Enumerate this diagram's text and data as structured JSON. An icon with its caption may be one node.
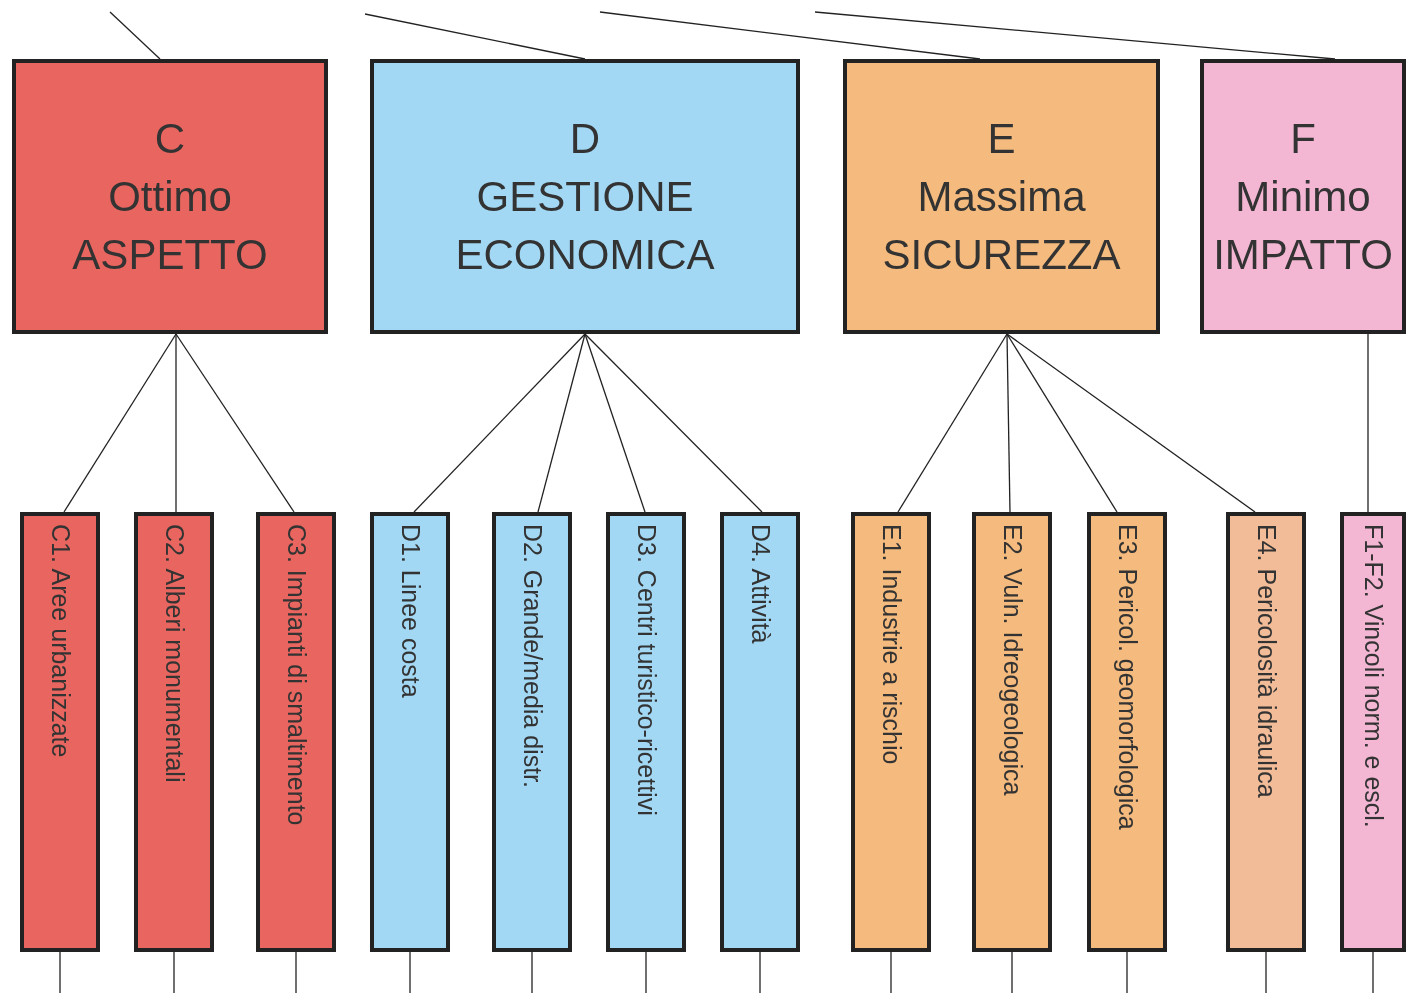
{
  "diagram": {
    "nodes": [
      {
        "text": [
          "C",
          "Ottimo ASPETTO"
        ]
      },
      {
        "text": [
          "D",
          "GESTIONE ECONOMICA"
        ]
      },
      {
        "text": [
          "E",
          "Massima SICUREZZA"
        ]
      },
      {
        "text": [
          "F",
          "Minimo IMPATTO"
        ]
      },
      {
        "text": [
          "C1. Aree urbanizzate"
        ]
      },
      {
        "text": [
          "C2. Alberi monumentali"
        ]
      },
      {
        "text": [
          "C3. Impianti di smaltimento"
        ]
      },
      {
        "text": [
          "D1. Linee costa"
        ]
      },
      {
        "text": [
          "D2. Grande/media distr."
        ]
      },
      {
        "text": [
          "D3. Centri turistico-ricettivi"
        ]
      },
      {
        "text": [
          "D4. Attività"
        ]
      },
      {
        "text": [
          "E1. Industrie a rischio"
        ]
      },
      {
        "text": [
          "E2. Vuln. Idreogeologica"
        ]
      },
      {
        "text": [
          "E3. Pericol. geomorfologica"
        ]
      },
      {
        "text": [
          "E4. Pericolosità idraulica"
        ]
      },
      {
        "text": [
          "F1-F2. Vincoli norm. e escl."
        ]
      }
    ],
    "edges": [
      {
        "from": null,
        "to": 0,
        "arrow": "none"
      },
      {
        "from": null,
        "to": 1,
        "arrow": "none"
      },
      {
        "from": null,
        "to": 2,
        "arrow": "none"
      },
      {
        "from": null,
        "to": 3,
        "arrow": "none"
      },
      {
        "from": 0,
        "to": 4,
        "arrow": "none"
      },
      {
        "from": 0,
        "to": 5,
        "arrow": "none"
      },
      {
        "from": 0,
        "to": 6,
        "arrow": "none"
      },
      {
        "from": 1,
        "to": 7,
        "arrow": "none"
      },
      {
        "from": 1,
        "to": 8,
        "arrow": "none"
      },
      {
        "from": 1,
        "to": 9,
        "arrow": "none"
      },
      {
        "from": 1,
        "to": 10,
        "arrow": "none"
      },
      {
        "from": 2,
        "to": 11,
        "arrow": "none"
      },
      {
        "from": 2,
        "to": 12,
        "arrow": "none"
      },
      {
        "from": 2,
        "to": 13,
        "arrow": "none"
      },
      {
        "from": 2,
        "to": 14,
        "arrow": "none"
      },
      {
        "from": 3,
        "to": 15,
        "arrow": "none"
      },
      {
        "from": 4,
        "to": null,
        "arrow": "none"
      },
      {
        "from": 5,
        "to": null,
        "arrow": "none"
      },
      {
        "from": 6,
        "to": null,
        "arrow": "none"
      },
      {
        "from": 7,
        "to": null,
        "arrow": "none"
      },
      {
        "from": 8,
        "to": null,
        "arrow": "none"
      },
      {
        "from": 9,
        "to": null,
        "arrow": "none"
      },
      {
        "from": 10,
        "to": null,
        "arrow": "none"
      },
      {
        "from": 11,
        "to": null,
        "arrow": "none"
      },
      {
        "from": 12,
        "to": null,
        "arrow": "none"
      },
      {
        "from": 13,
        "to": null,
        "arrow": "none"
      },
      {
        "from": 14,
        "to": null,
        "arrow": "none"
      },
      {
        "from": 15,
        "to": null,
        "arrow": "none"
      }
    ]
  }
}
